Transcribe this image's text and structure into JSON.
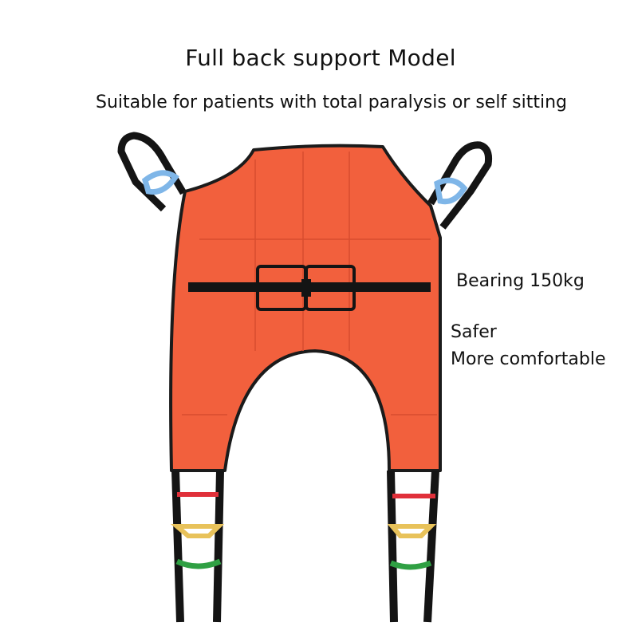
{
  "title": "Full back support Model",
  "subtitle": "Suitable for patients with total paralysis or self sitting",
  "features": {
    "bearing": "Bearing 150kg",
    "safer": "Safer",
    "comfort": "More comfortable"
  },
  "colors": {
    "sling_fabric": "#f2603d",
    "strap": "#141414",
    "loop_top": "#7fb6e8",
    "loop_red": "#e0303a",
    "loop_yellow": "#e8c25a",
    "loop_green": "#2fa043"
  }
}
